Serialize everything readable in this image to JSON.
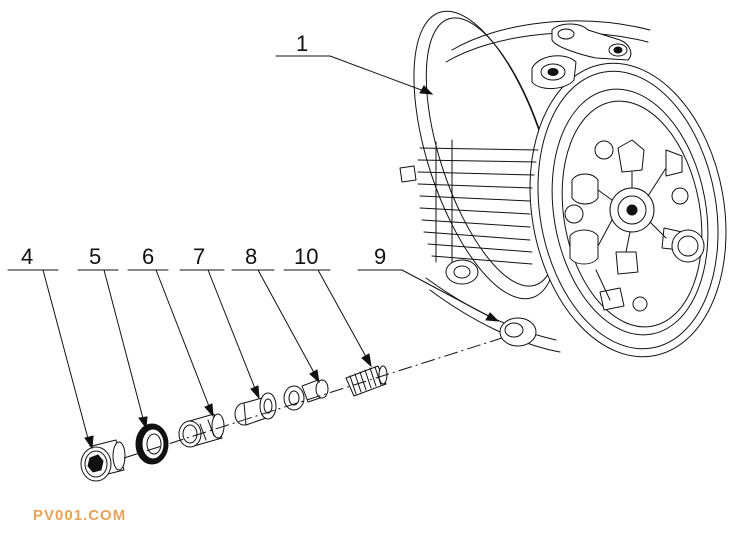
{
  "callouts": {
    "c1": "1",
    "c4": "4",
    "c5": "5",
    "c6": "6",
    "c7": "7",
    "c8": "8",
    "c10": "10",
    "c9": "9"
  },
  "watermark": "PV001.COM",
  "colors": {
    "ink": "#111111",
    "watermark": "#e8a35a",
    "background": "#ffffff"
  }
}
